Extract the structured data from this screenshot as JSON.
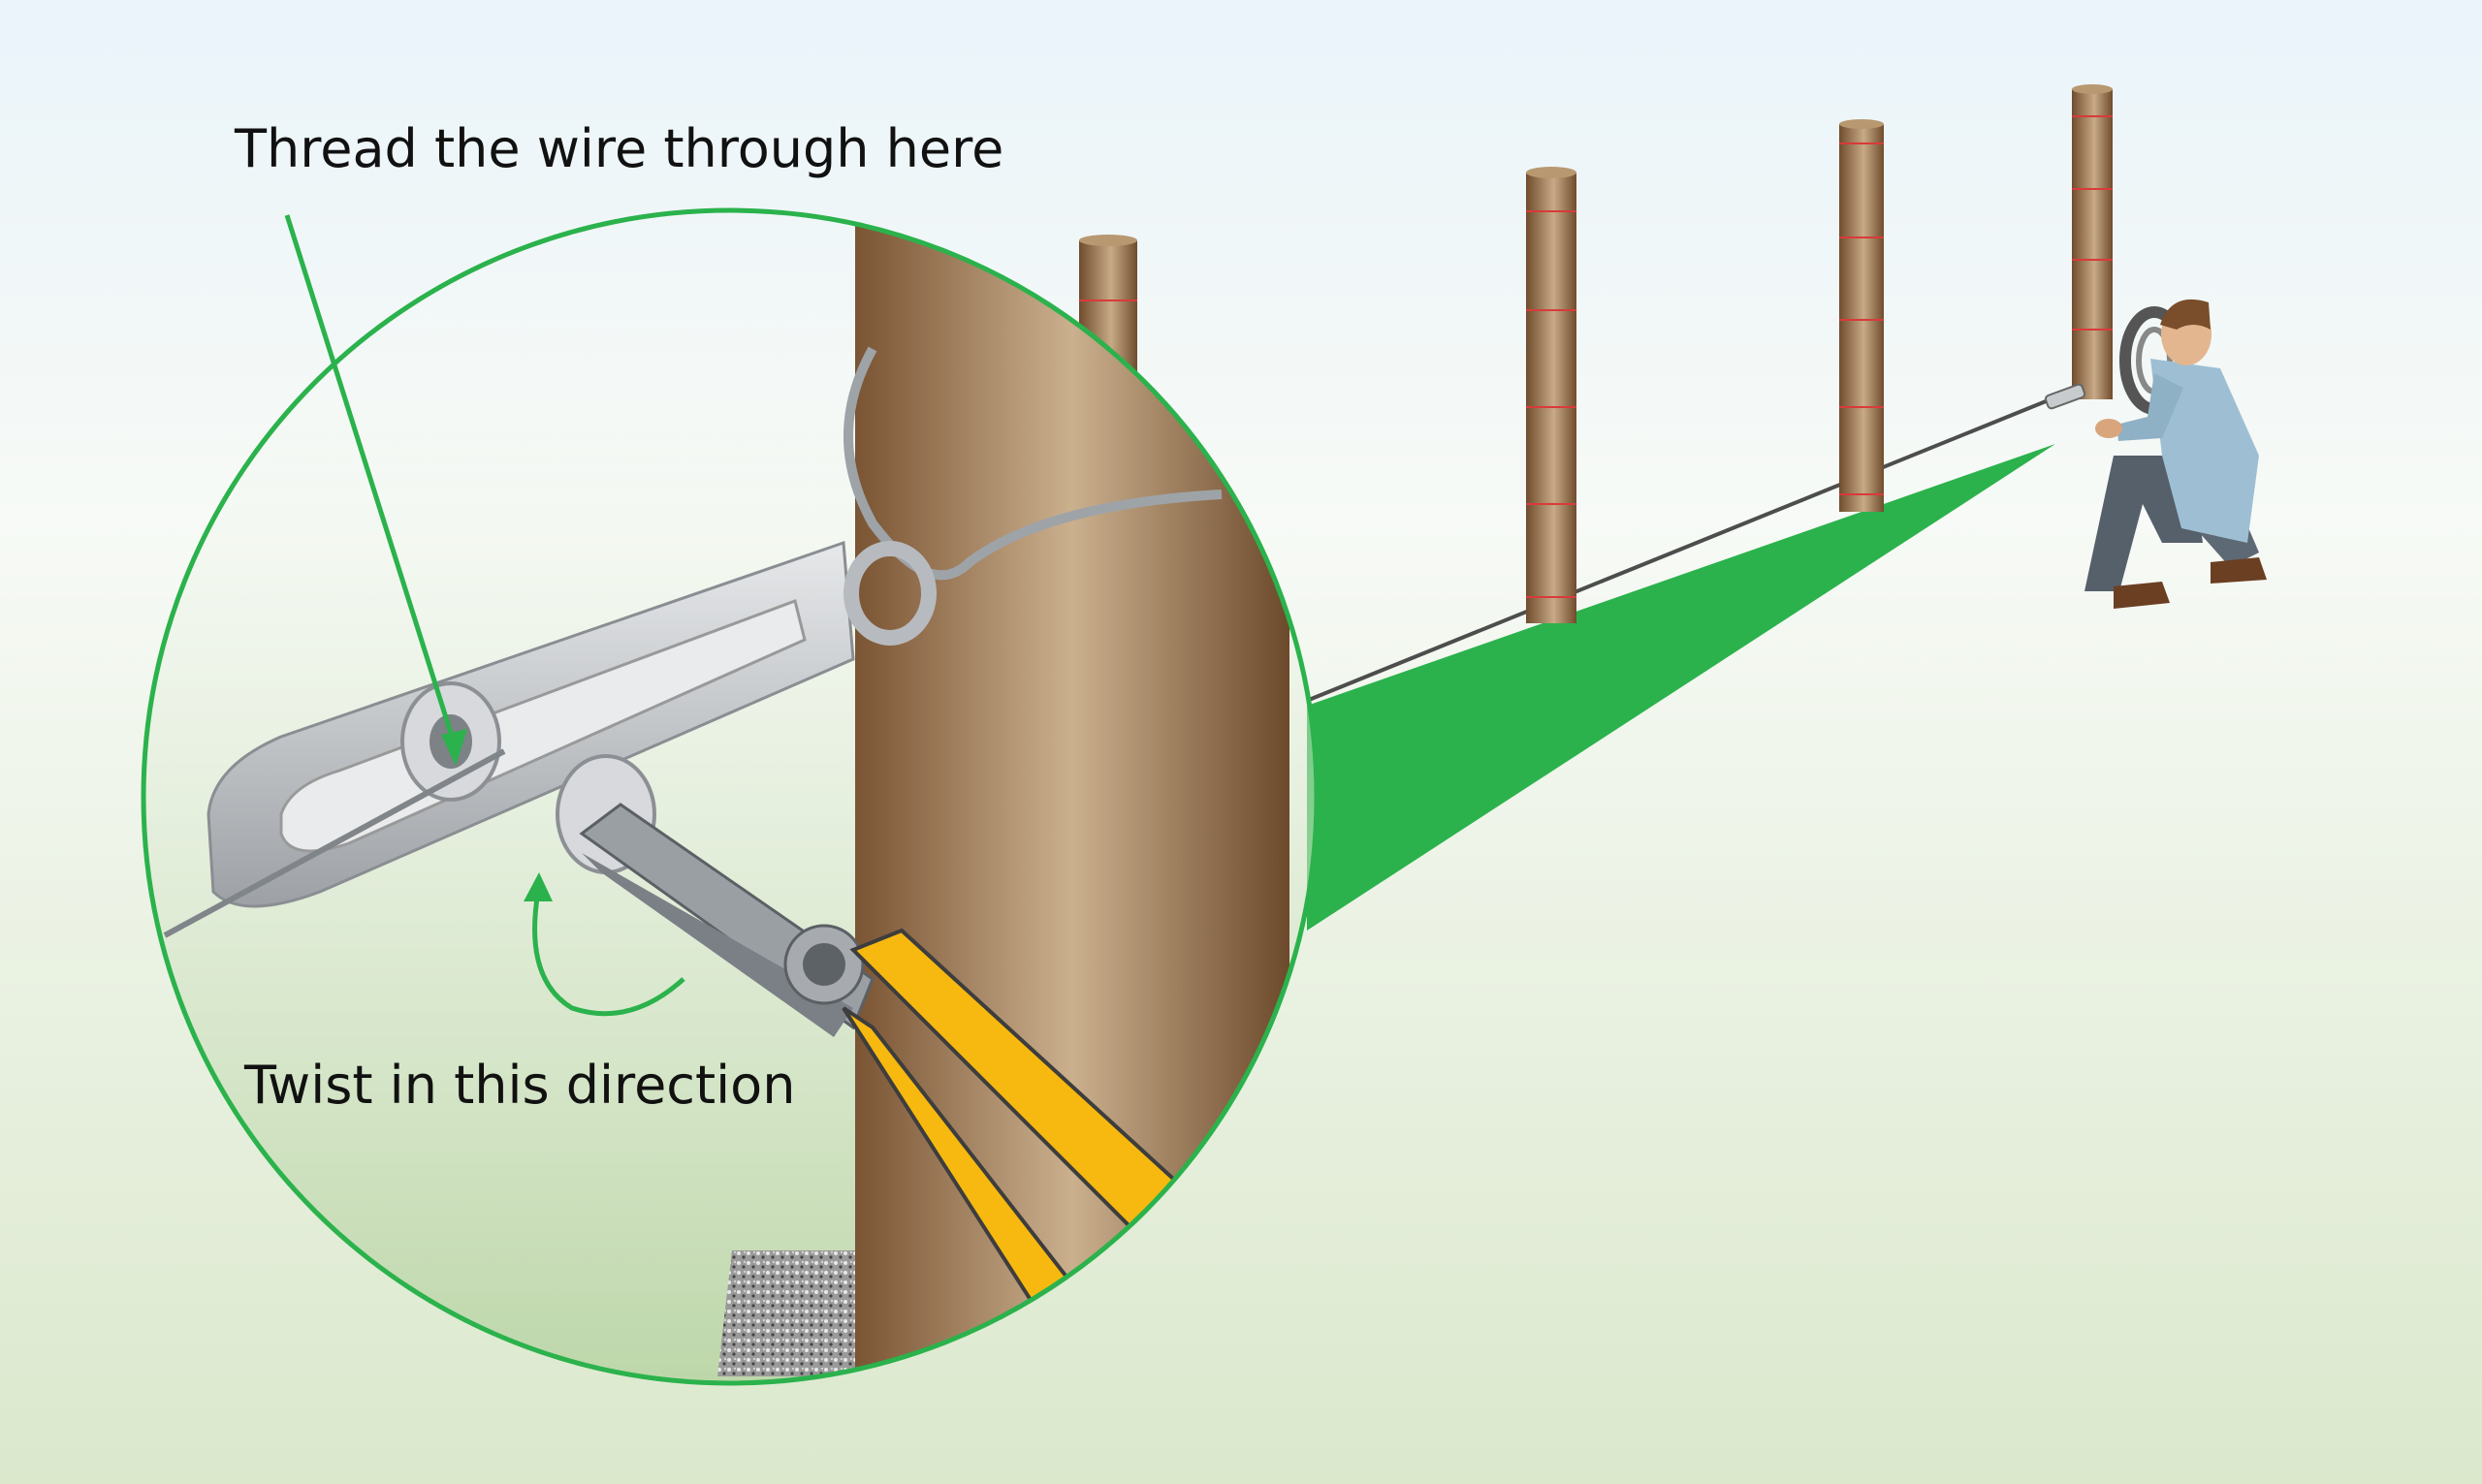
{
  "labels": {
    "thread": "Thread the wire through here",
    "twist": "Twist in this direction"
  },
  "colors": {
    "accent_green": "#2bb24c",
    "sky_top": "#eef6fb",
    "ground_bottom": "#dce9cf",
    "post_dark": "#7a5433",
    "post_light": "#c9ab86",
    "tensioner_metal": "#c8cbce",
    "plier_yellow": "#f7b90f",
    "wire": "#5a5a5a"
  },
  "icons": [
    "fence-post",
    "wire-tensioner",
    "pliers",
    "person-kneeling",
    "wire-coil",
    "rotation-arrow"
  ]
}
